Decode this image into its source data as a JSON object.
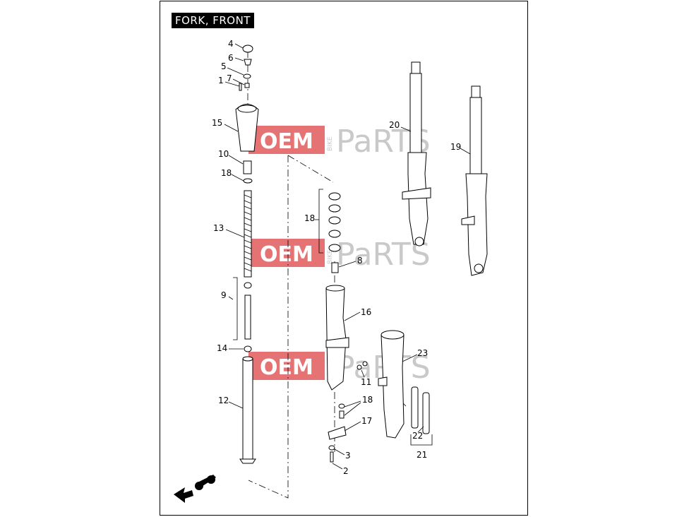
{
  "title": "FORK, FRONT",
  "watermark": {
    "oem": "OEM",
    "bike": "BIKE",
    "parts": "PaRTS",
    "oem_color": "#e57373",
    "parts_color": "#d0d0d0"
  },
  "callouts": {
    "c4": "4",
    "c6": "6",
    "c5": "5",
    "c7": "7",
    "c1": "1",
    "c15": "15",
    "c10": "10",
    "c18a": "18",
    "c13": "13",
    "c9": "9",
    "c14": "14",
    "c12": "12",
    "c18b": "18",
    "c8": "8",
    "c16": "16",
    "c11": "11",
    "c18c": "18",
    "c17": "17",
    "c3": "3",
    "c2": "2",
    "c20": "20",
    "c19": "19",
    "c23": "23",
    "c22": "22",
    "c21": "21"
  },
  "icons": {
    "front_arrow": "front-direction-motorcycle-icon"
  }
}
